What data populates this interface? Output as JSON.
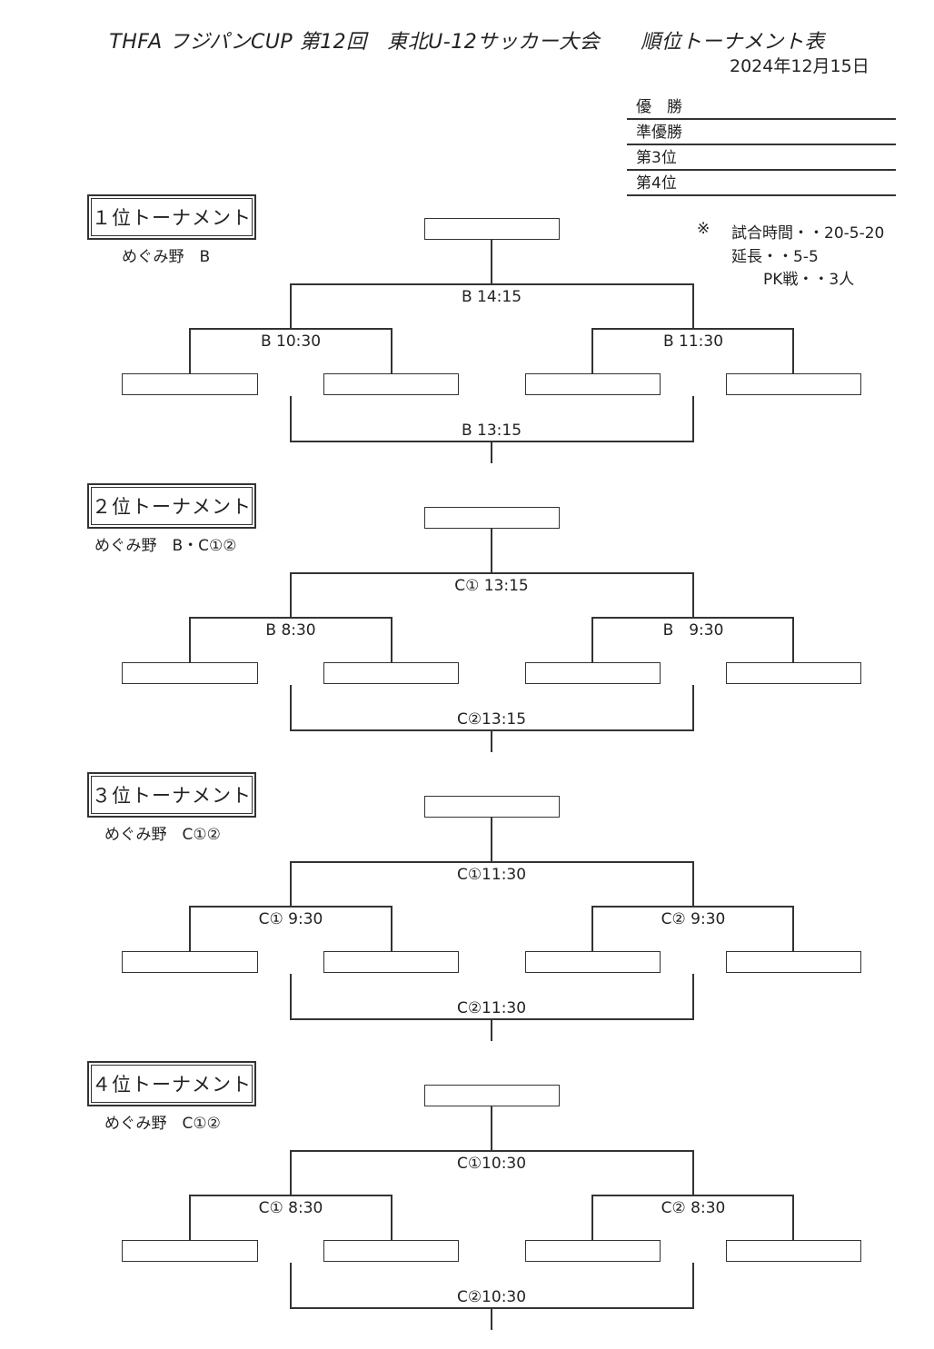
{
  "header": {
    "title": "THFA フジパンCUP 第12回　東北U-12サッカー大会　　順位トーナメント表",
    "date": "2024年12月15日"
  },
  "results": {
    "champion": "優　勝",
    "runner_up": "準優勝",
    "third": "第3位",
    "fourth": "第4位"
  },
  "notes": {
    "mark": "※",
    "match_time": "試合時間・・20-5-20",
    "extra_time": "延長・・5-5",
    "pk": "PK戦・・3人"
  },
  "tournaments": [
    {
      "label": "１位トーナメント",
      "venue": "めぐみ野　B",
      "final": "B 14:15",
      "semi_left": "B 10:30",
      "semi_right": "B 11:30",
      "third_place": "B 13:15"
    },
    {
      "label": "２位トーナメント",
      "venue": "めぐみ野　B・C①②",
      "final": "C① 13:15",
      "semi_left": "B 8:30",
      "semi_right": "B　9:30",
      "third_place": "C②13:15"
    },
    {
      "label": "３位トーナメント",
      "venue": "めぐみ野　C①②",
      "final": "C①11:30",
      "semi_left": "C① 9:30",
      "semi_right": "C② 9:30",
      "third_place": "C②11:30"
    },
    {
      "label": "４位トーナメント",
      "venue": "めぐみ野　C①②",
      "final": "C①10:30",
      "semi_left": "C① 8:30",
      "semi_right": "C② 8:30",
      "third_place": "C②10:30"
    }
  ]
}
